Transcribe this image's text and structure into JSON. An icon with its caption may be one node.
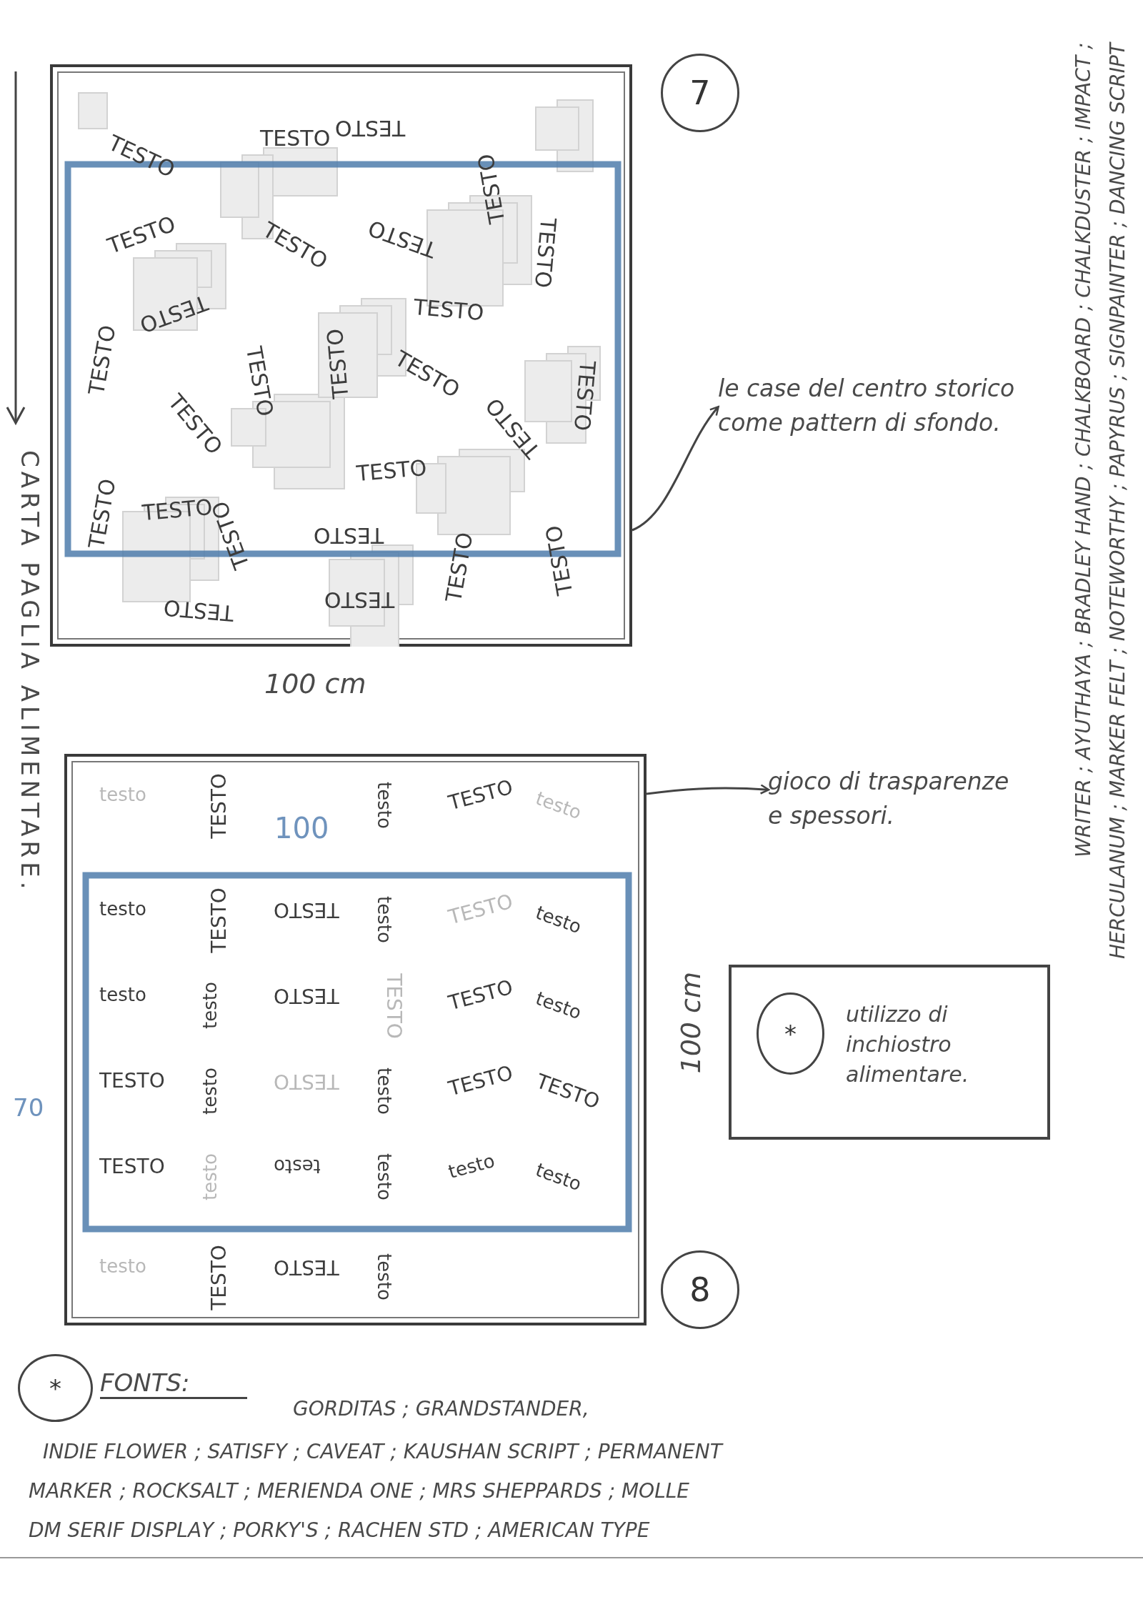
{
  "diagram": {
    "nodes": [
      {
        "text": [],
        "shape": "box"
      },
      {
        "text": [
          "7"
        ]
      },
      {
        "text": [
          "le case del centro storico come pattern di sfondo."
        ]
      },
      {
        "text": [],
        "shape": "box"
      },
      {
        "text": [
          "8"
        ]
      },
      {
        "text": [
          "gioco di trasparenze e spessori."
        ]
      },
      {
        "text": [
          "utilizzo di inchiostro alimentare."
        ]
      },
      {
        "text": [
          "*"
        ],
        "in": 6
      },
      {
        "text": [
          "*"
        ]
      }
    ],
    "edges": [
      {
        "from": 0,
        "to": 2,
        "arrow": "to"
      },
      {
        "from": 3,
        "to": 5,
        "arrow": "to"
      }
    ],
    "labels": [
      "CARTA PAGLIA ALIMENTARE.",
      "TESTO",
      "TESTO",
      "TESTO",
      "TESTO",
      "TESTO",
      "TESTO",
      "TESTO",
      "TESTO",
      "TESTO",
      "TESTO",
      "TESTO",
      "TESTO",
      "TESTO",
      "TESTO",
      "TESTO",
      "TESTO",
      "TESTO",
      "TESTO",
      "TESTO",
      "TESTO",
      "TESTO",
      "TESTO",
      "TESTO",
      "TESTO",
      "TESTO",
      "TESTO",
      "100 cm",
      "testo",
      "TESTO",
      "testo",
      "TESTO",
      "testo",
      "testo",
      "TESTO",
      "TESTO",
      "testo",
      "TESTO",
      "testo",
      "testo",
      "testo",
      "TESTO",
      "TESTO",
      "TESTO",
      "testo",
      "TESTO",
      "testo",
      "TESTO",
      "testo",
      "TESTO",
      "TESTO",
      "TESTO",
      "testo",
      "testo",
      "testo",
      "testo",
      "testo",
      "testo",
      "TESTO",
      "TESTO",
      "testo",
      "100",
      "70",
      "100 cm",
      "FONTS:",
      "GORDITAS ; GRANDSTANDER,",
      "INDIE FLOWER ; SATISFY ; CAVEAT ; KAUSHAN SCRIPT ; PERMANENT",
      "MARKER ; ROCKSALT ; MERIENDA ONE ; MRS SHEPPARDS ; MOLLE",
      "DM SERIF DISPLAY ; PORKY'S ; RACHEN STD ; AMERICAN TYPE",
      "WRITER ; AYUTHAYA ; BRADLEY HAND ; CHALKBOARD ; CHALKDUSTER ; IMPACT ;",
      "HERCULANUM ; MARKER FELT ; NOTEWORTHY ; PAPYRUS ; SIGNPAINTER ; DANCING SCRIPT"
    ]
  }
}
